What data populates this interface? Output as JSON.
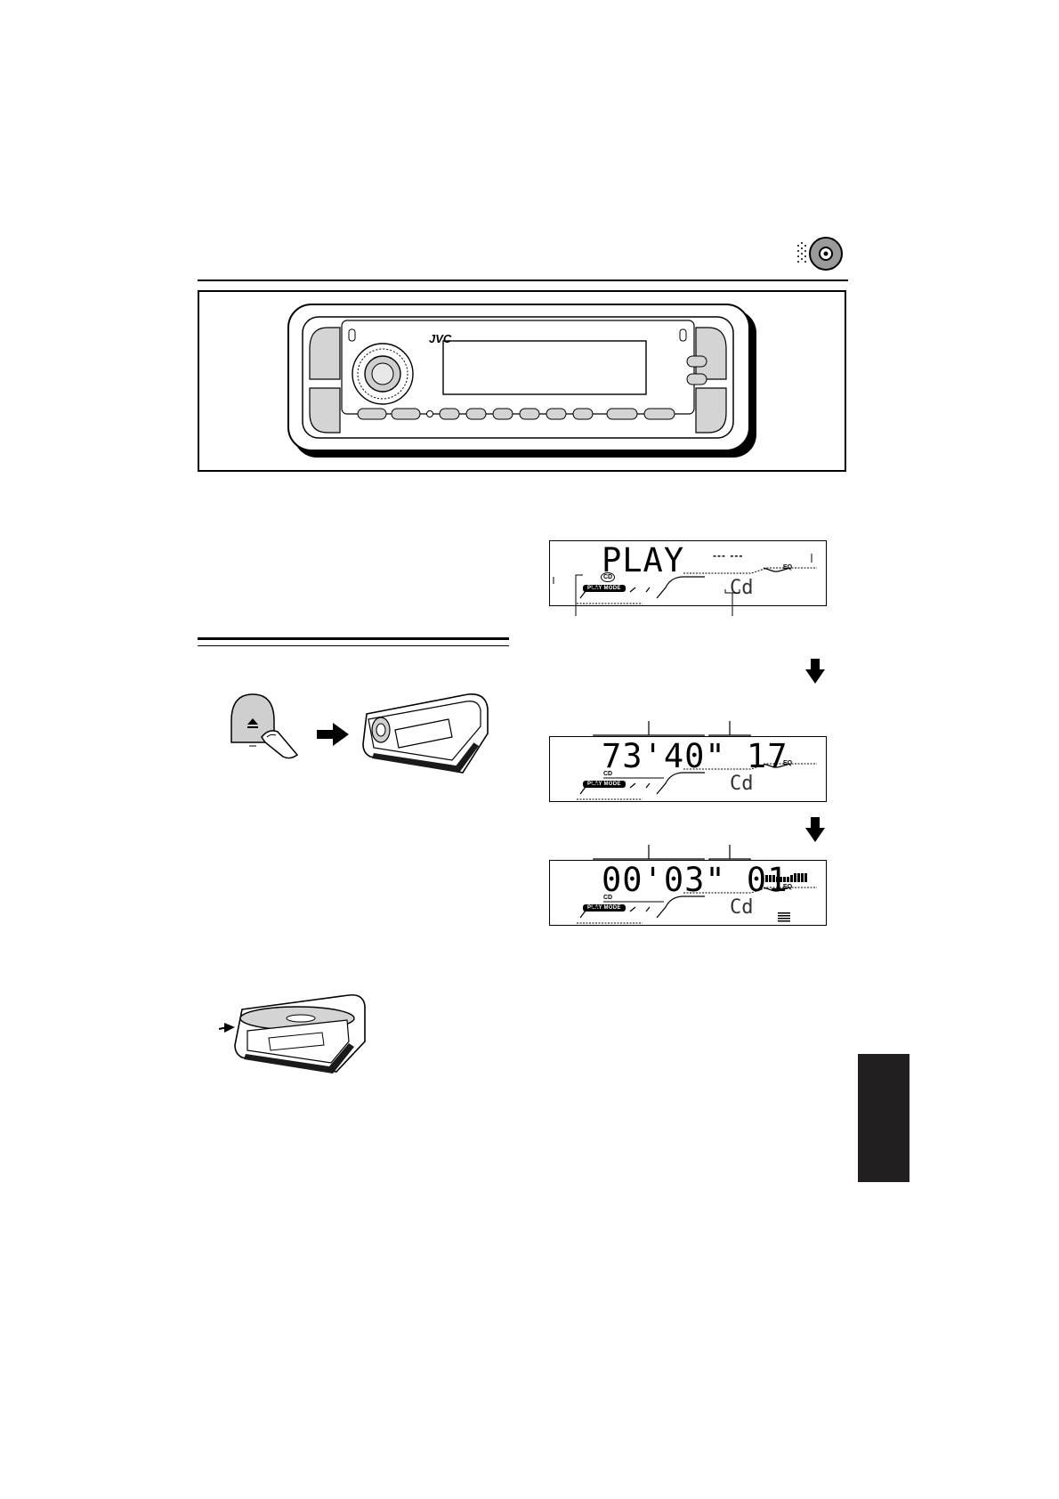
{
  "brand": "JVC",
  "eq_label": "EQ",
  "play_mode_label": "PLAY MODE",
  "cd_label": "CD",
  "cd_segment": "Cd",
  "displays": [
    {
      "main": "PLAY",
      "aux": "--- ---"
    },
    {
      "main": "73'40\" 17"
    },
    {
      "main": "00'03\" 01"
    }
  ],
  "colors": {
    "ink": "#000000",
    "tab": "#231f20",
    "grey": "#cfcfcf"
  }
}
